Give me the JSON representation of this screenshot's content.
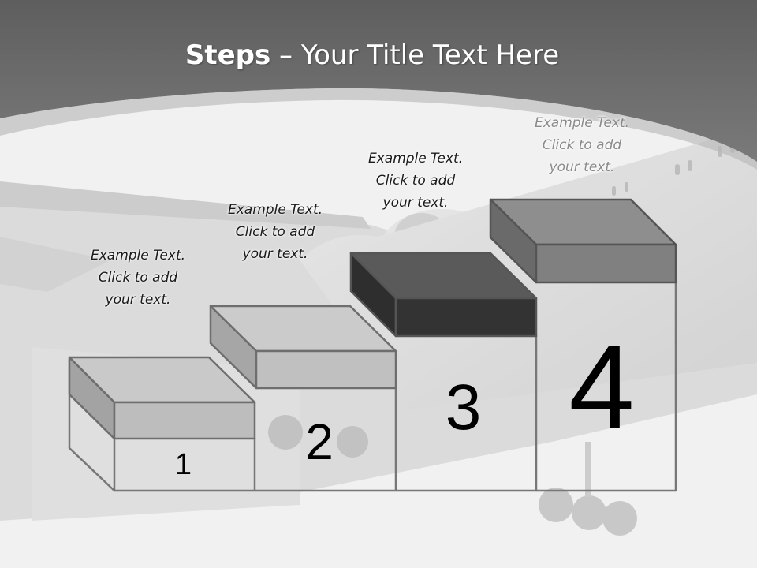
{
  "title": {
    "bold": "Steps",
    "rest": " – Your Title Text Here"
  },
  "steps": [
    {
      "number": "1",
      "caption": [
        "Example Text.",
        "Click  to add",
        "your text."
      ]
    },
    {
      "number": "2",
      "caption": [
        "Example Text.",
        "Click  to add",
        "your text."
      ]
    },
    {
      "number": "3",
      "caption": [
        "Example Text.",
        "Click  to add",
        "your text."
      ]
    },
    {
      "number": "4",
      "caption": [
        "Example Text.",
        "Click  to add",
        "your text."
      ]
    }
  ],
  "colors": {
    "header": "#6b6b6b",
    "background": "#f2f2f2",
    "box_light_top": "#c9c9c9",
    "box_light_front": "#bdbdbd",
    "box_dark_top": "#5a5a5a",
    "box_dark_front": "#333333",
    "box_mid_top": "#8c8c8c",
    "box_mid_front": "#7d7d7d",
    "outline": "#777777"
  },
  "background_image": "airplane-photo"
}
